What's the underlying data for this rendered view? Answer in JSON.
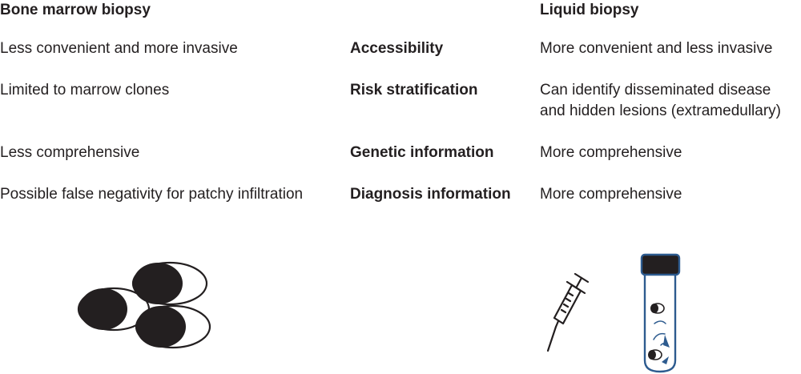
{
  "headers": {
    "bone_marrow": "Bone marrow biopsy",
    "liquid": "Liquid biopsy"
  },
  "rows": [
    {
      "bone_marrow": "Less convenient and more invasive",
      "criterion": "Accessibility",
      "liquid_lines": [
        "More convenient and less invasive"
      ]
    },
    {
      "bone_marrow": "Limited to marrow clones",
      "criterion": "Risk stratification",
      "liquid_lines": [
        "Can identify disseminated disease",
        "and hidden lesions (extramedullary)"
      ]
    },
    {
      "bone_marrow": "Less comprehensive",
      "criterion": "Genetic information",
      "liquid_lines": [
        "More comprehensive"
      ]
    },
    {
      "bone_marrow": "Possible false negativity for patchy infiltration",
      "criterion": "Diagnosis information",
      "liquid_lines": [
        "More comprehensive"
      ]
    }
  ],
  "icons": {
    "bone_marrow": "cell-cluster-icon",
    "syringe": "syringe-icon",
    "tube": "blood-tube-icon"
  },
  "colors": {
    "text": "#231f20",
    "tube_blue": "#2d5b8f",
    "cell_black": "#231f20"
  }
}
